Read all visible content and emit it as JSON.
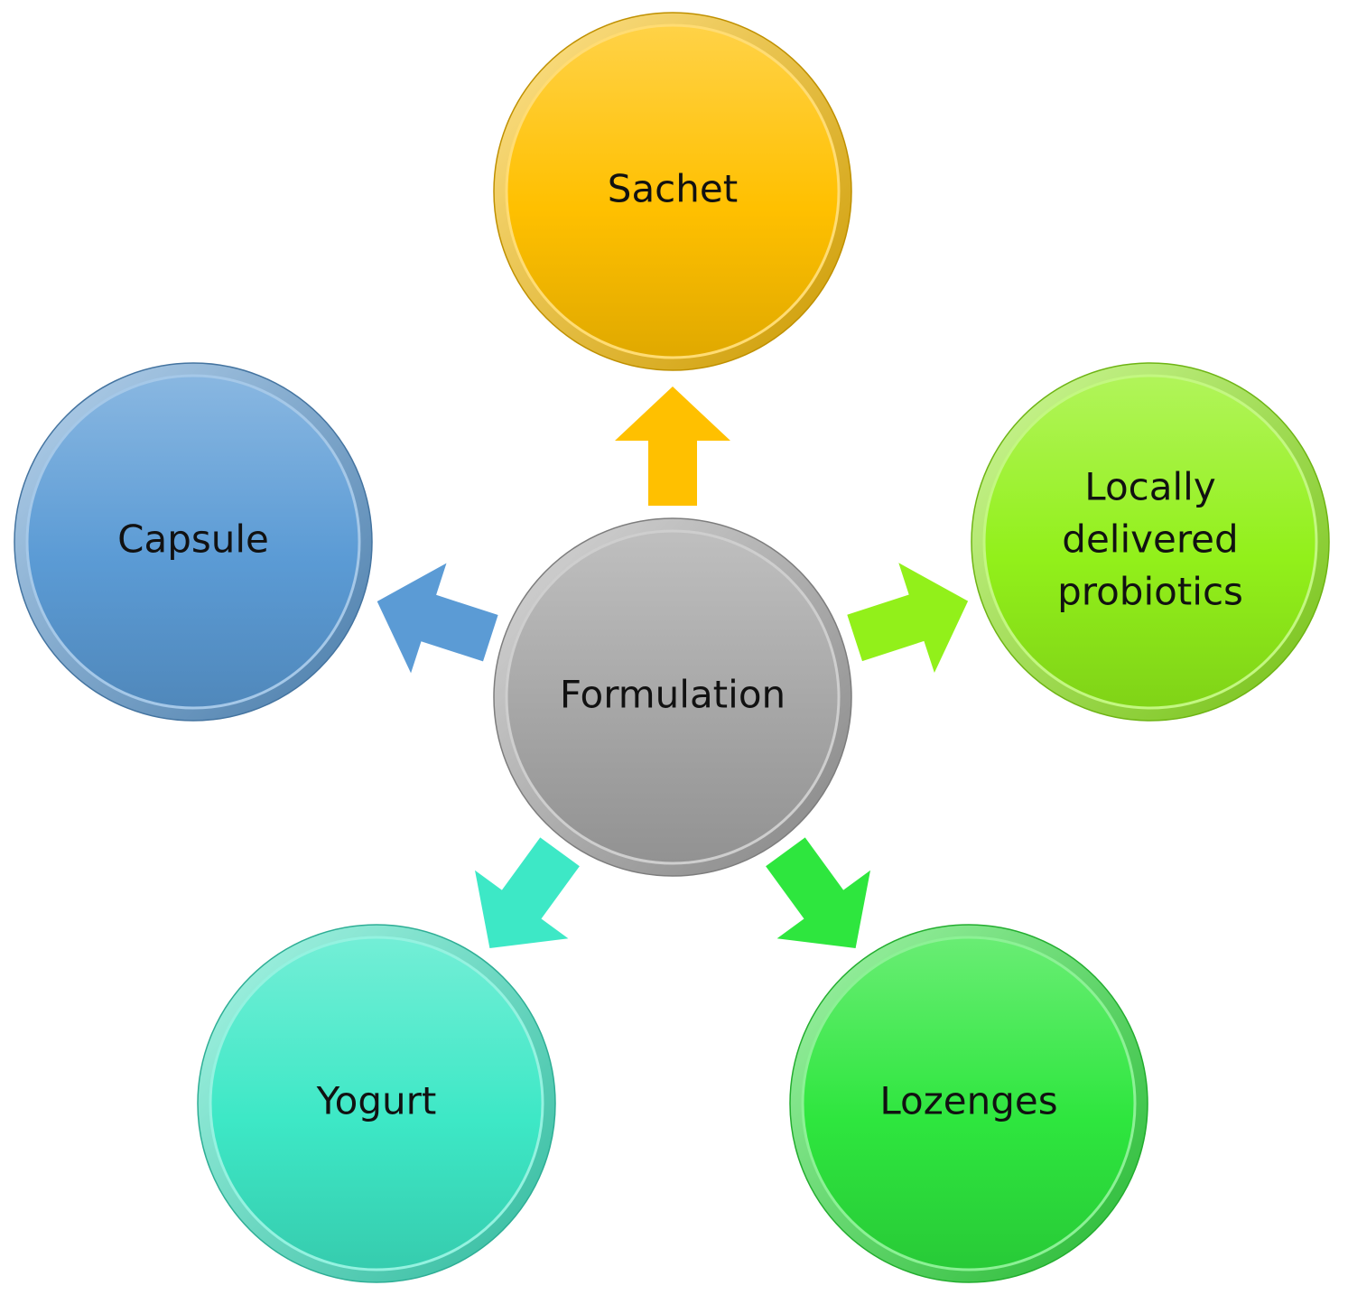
{
  "center": {
    "label": "Formulation",
    "color": "#a6a6a6"
  },
  "outer_nodes": [
    {
      "id": "sachet",
      "label_lines": [
        "Sachet"
      ],
      "color": "#ffc000"
    },
    {
      "id": "locally-delivered-probiotics",
      "label_lines": [
        "Locally",
        "delivered",
        "probiotics"
      ],
      "color": "#92f01a"
    },
    {
      "id": "lozenges",
      "label_lines": [
        "Lozenges"
      ],
      "color": "#2ee63e"
    },
    {
      "id": "yogurt",
      "label_lines": [
        "Yogurt"
      ],
      "color": "#3de8c6"
    },
    {
      "id": "capsule",
      "label_lines": [
        "Capsule"
      ],
      "color": "#5b9bd5"
    }
  ]
}
